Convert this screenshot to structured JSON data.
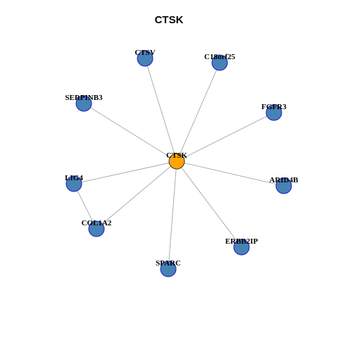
{
  "title": "CTSK",
  "colors": {
    "edge": "#a6a6a6",
    "node_fill": "#4682b4",
    "node_stroke": "#1a1acd",
    "center_fill": "#ffa500",
    "center_stroke": "#333333"
  },
  "nodes": [
    {
      "id": "CTSK",
      "label": "CTSK",
      "role": "center"
    },
    {
      "id": "CTSV",
      "label": "CTSV",
      "role": "neighbor"
    },
    {
      "id": "C18orf25",
      "label": "C18orf25",
      "role": "neighbor"
    },
    {
      "id": "SERPINB3",
      "label": "SERPINB3",
      "role": "neighbor"
    },
    {
      "id": "FGFR3",
      "label": "FGFR3",
      "role": "neighbor"
    },
    {
      "id": "LIG4",
      "label": "LIG4",
      "role": "neighbor"
    },
    {
      "id": "ARID4B",
      "label": "ARID4B",
      "role": "neighbor"
    },
    {
      "id": "COL1A2",
      "label": "COL1A2",
      "role": "neighbor"
    },
    {
      "id": "ERBB2IP",
      "label": "ERBB2IP",
      "role": "neighbor"
    },
    {
      "id": "SPARC",
      "label": "SPARC",
      "role": "neighbor"
    }
  ],
  "edges": [
    [
      "CTSK",
      "CTSV"
    ],
    [
      "CTSK",
      "C18orf25"
    ],
    [
      "CTSK",
      "SERPINB3"
    ],
    [
      "CTSK",
      "FGFR3"
    ],
    [
      "CTSK",
      "LIG4"
    ],
    [
      "CTSK",
      "ARID4B"
    ],
    [
      "CTSK",
      "COL1A2"
    ],
    [
      "CTSK",
      "ERBB2IP"
    ],
    [
      "CTSK",
      "SPARC"
    ],
    [
      "LIG4",
      "COL1A2"
    ]
  ]
}
